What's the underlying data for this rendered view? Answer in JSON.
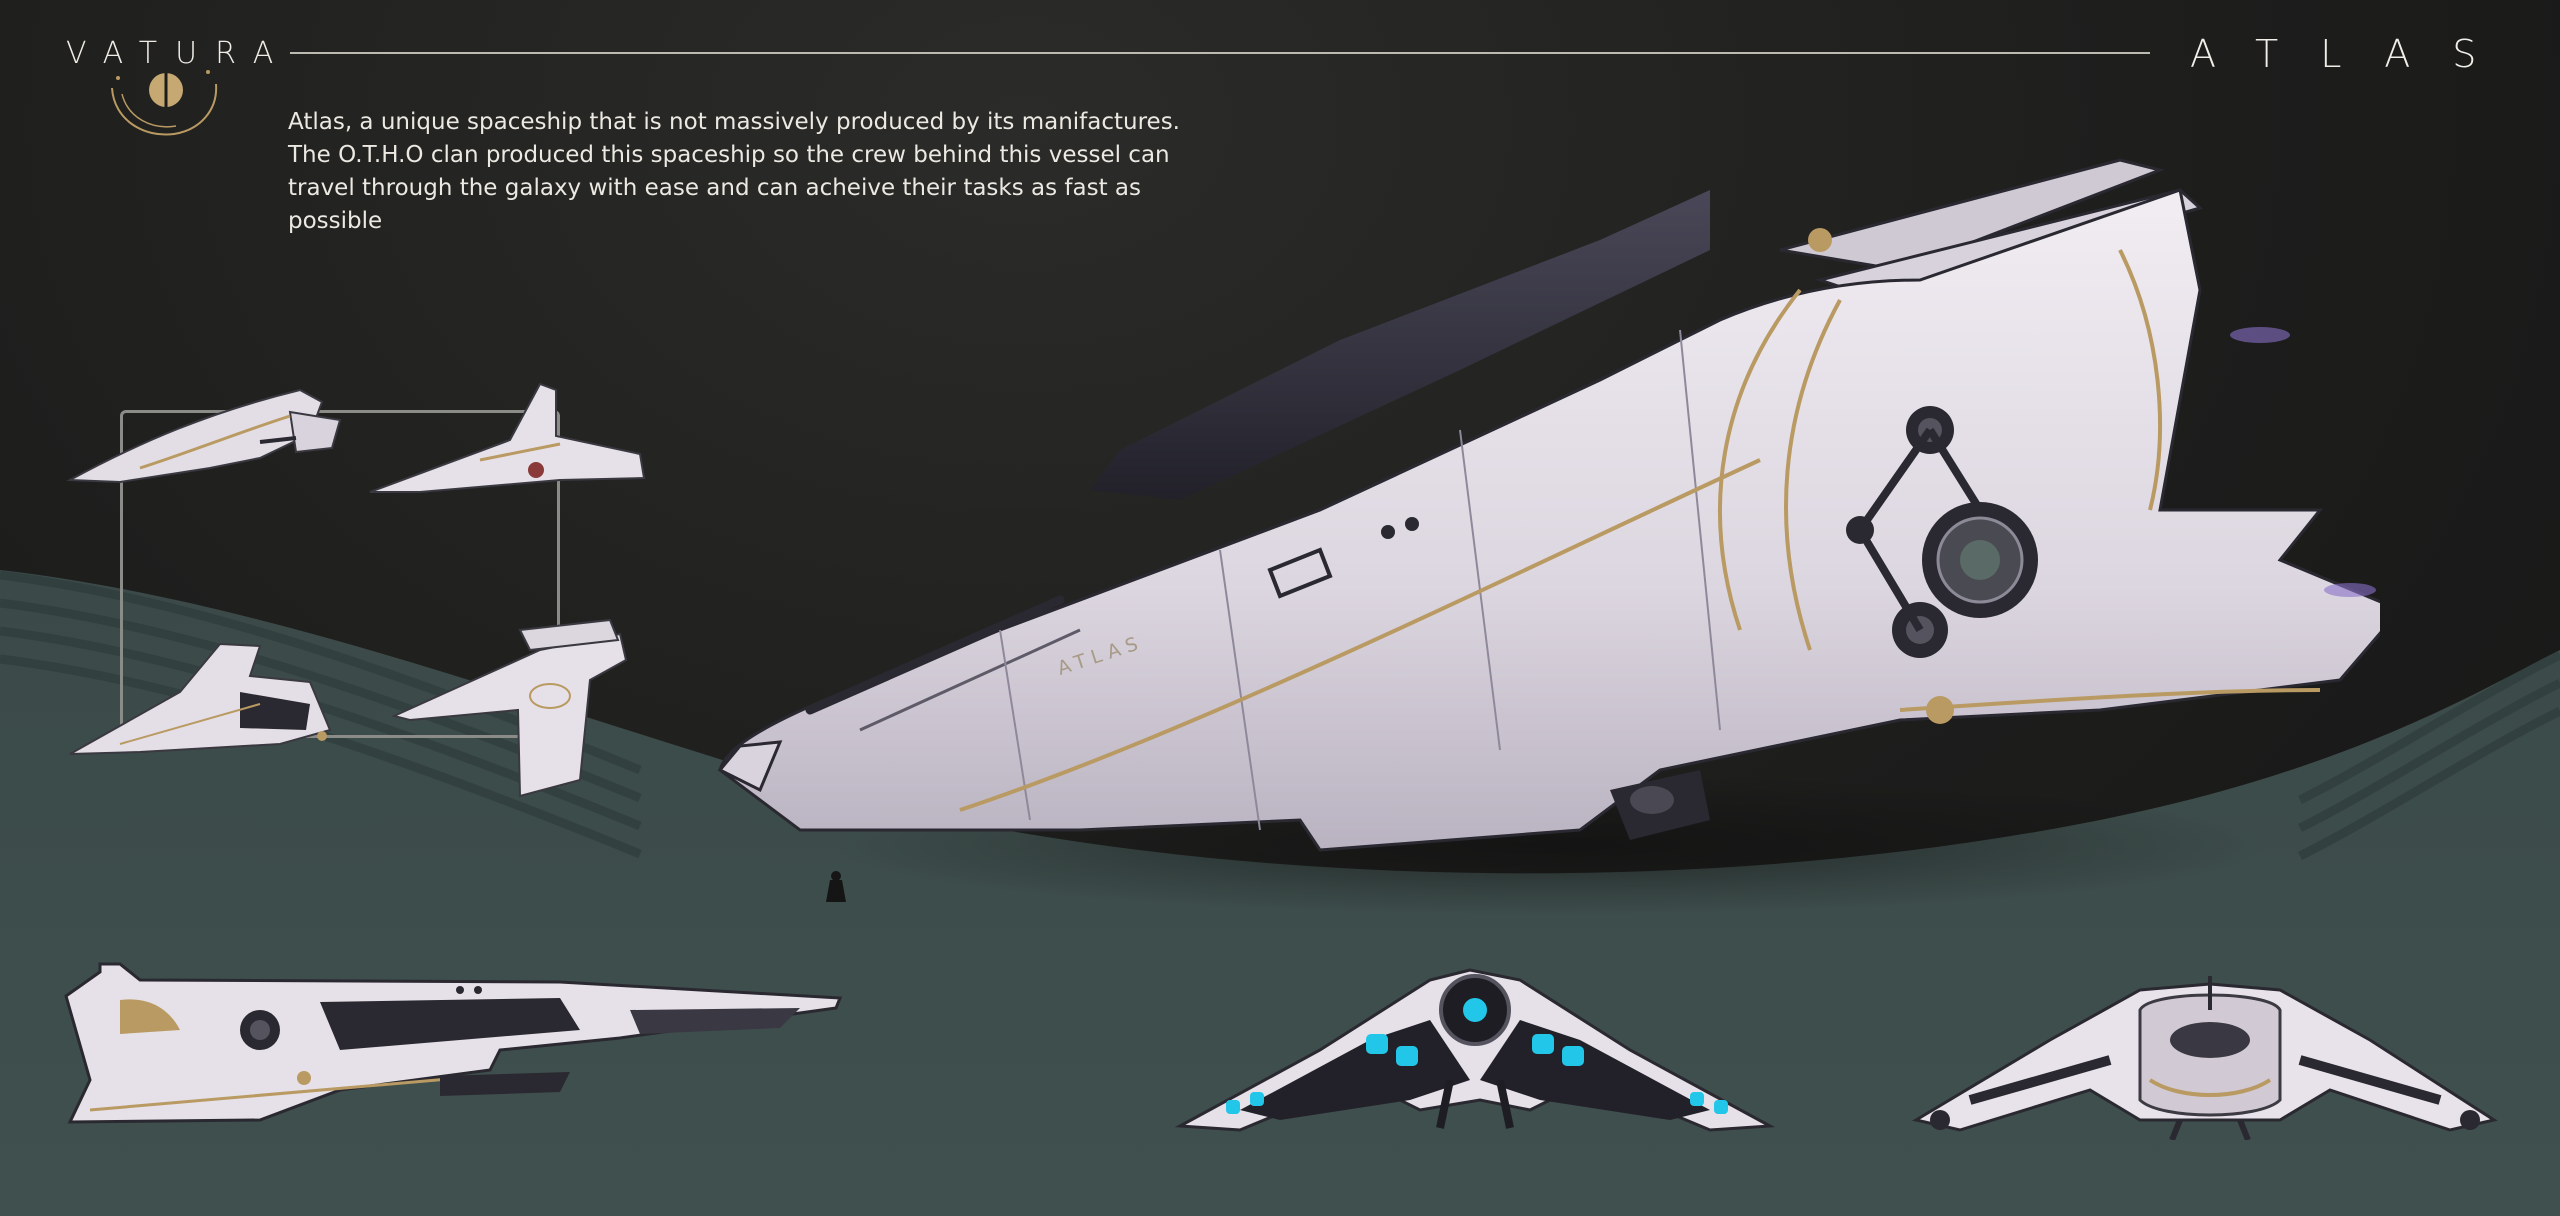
{
  "header": {
    "brand": "VATURA",
    "title": "ATLAS",
    "description": "Atlas, a unique spaceship that is not massively produced by its manifactures. The O.T.H.O clan produced this spaceship so the crew behind this vessel can travel through the galaxy with ease and can acheive their tasks as fast as possible"
  },
  "ship": {
    "hull_marking": "ATLAS"
  },
  "colors": {
    "background_dark": "#1c1c1b",
    "ground_teal": "#3e4f4d",
    "hull_white": "#e6e1e8",
    "trim_gold": "#b99a62",
    "thruster_cyan": "#22c6e8"
  }
}
